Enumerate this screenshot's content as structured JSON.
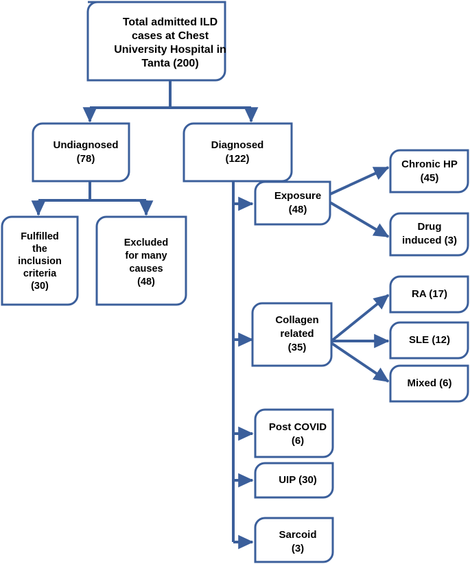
{
  "diagram": {
    "title": "ILD case flow diagram",
    "colors": {
      "border": "#3B5F9B",
      "box_fill": "#FFFFFF",
      "text": "#000000",
      "background": "#FFFFFF"
    },
    "nodes": {
      "root": {
        "id": "total-admitted",
        "lines": [
          "Total admitted ILD",
          "cases at Chest",
          "University Hospital in",
          "Tanta (200)"
        ],
        "count": 200
      },
      "undiagnosed": {
        "id": "undiagnosed",
        "lines": [
          "Undiagnosed",
          "(78)"
        ],
        "count": 78
      },
      "diagnosed": {
        "id": "diagnosed",
        "lines": [
          "Diagnosed",
          "(122)"
        ],
        "count": 122
      },
      "fulfilled": {
        "id": "fulfilled-inclusion-criteria",
        "lines": [
          "Fulfilled",
          "the",
          "inclusion",
          "criteria",
          "(30)"
        ],
        "count": 30
      },
      "excluded": {
        "id": "excluded-many-causes",
        "lines": [
          "Excluded",
          "for many",
          "causes",
          "(48)"
        ],
        "count": 48
      },
      "exposure": {
        "id": "exposure",
        "lines": [
          "Exposure",
          "(48)"
        ],
        "count": 48
      },
      "chronic_hp": {
        "id": "chronic-hp",
        "lines": [
          "Chronic HP",
          "(45)"
        ],
        "count": 45
      },
      "drug_induced": {
        "id": "drug-induced",
        "lines": [
          "Drug",
          "induced (3)"
        ],
        "count": 3
      },
      "collagen": {
        "id": "collagen-related",
        "lines": [
          "Collagen",
          "related",
          "(35)"
        ],
        "count": 35
      },
      "ra": {
        "id": "ra",
        "lines": [
          "RA (17)"
        ],
        "count": 17
      },
      "sle": {
        "id": "sle",
        "lines": [
          "SLE (12)"
        ],
        "count": 12
      },
      "mixed": {
        "id": "mixed",
        "lines": [
          "Mixed (6)"
        ],
        "count": 6
      },
      "post_covid": {
        "id": "post-covid",
        "lines": [
          "Post COVID",
          "(6)"
        ],
        "count": 6
      },
      "uip": {
        "id": "uip",
        "lines": [
          "UIP (30)"
        ],
        "count": 30
      },
      "sarcoid": {
        "id": "sarcoid",
        "lines": [
          "Sarcoid",
          "(3)"
        ],
        "count": 3
      }
    }
  },
  "chart_data": {
    "type": "diagram",
    "title": "Total admitted ILD cases at Chest University Hospital in Tanta (200)",
    "categories": [
      "Total admitted ILD cases",
      "Undiagnosed",
      "Diagnosed",
      "Fulfilled the inclusion criteria",
      "Excluded for many causes",
      "Exposure",
      "Chronic HP",
      "Drug induced",
      "Collagen related",
      "RA",
      "SLE",
      "Mixed",
      "Post COVID",
      "UIP",
      "Sarcoid"
    ],
    "values": [
      200,
      78,
      122,
      30,
      48,
      48,
      45,
      3,
      35,
      17,
      12,
      6,
      6,
      30,
      3
    ],
    "edges": [
      [
        "Total admitted ILD cases",
        "Undiagnosed"
      ],
      [
        "Total admitted ILD cases",
        "Diagnosed"
      ],
      [
        "Undiagnosed",
        "Fulfilled the inclusion criteria"
      ],
      [
        "Undiagnosed",
        "Excluded for many causes"
      ],
      [
        "Diagnosed",
        "Exposure"
      ],
      [
        "Diagnosed",
        "Collagen related"
      ],
      [
        "Diagnosed",
        "Post COVID"
      ],
      [
        "Diagnosed",
        "UIP"
      ],
      [
        "Diagnosed",
        "Sarcoid"
      ],
      [
        "Exposure",
        "Chronic HP"
      ],
      [
        "Exposure",
        "Drug induced"
      ],
      [
        "Collagen related",
        "RA"
      ],
      [
        "Collagen related",
        "SLE"
      ],
      [
        "Collagen related",
        "Mixed"
      ]
    ]
  }
}
